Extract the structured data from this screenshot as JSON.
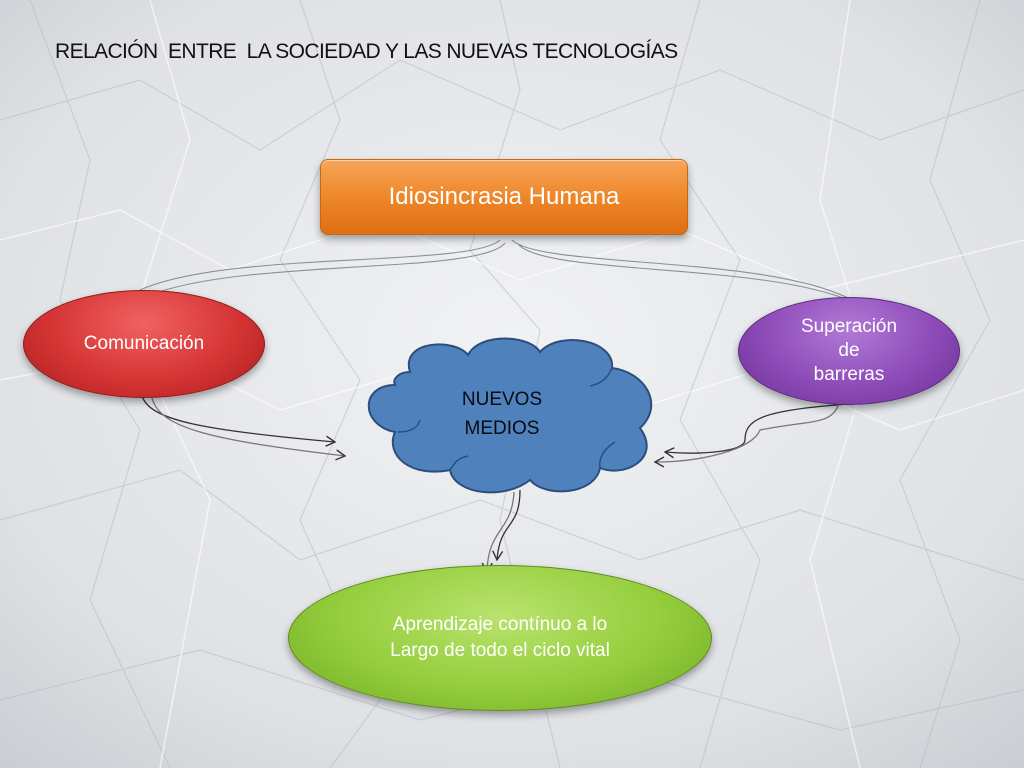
{
  "title": "RELACIÓN  ENTRE  LA SOCIEDAD Y LAS NUEVAS TECNOLOGÍAS",
  "nodes": {
    "top": "Idiosincrasia Humana",
    "left": "Comunicación",
    "right": "Superación\nde\nbarreras",
    "center": "NUEVOS\nMEDIOS",
    "bottom": "Aprendizaje contínuo a lo\nLargo de todo el ciclo vital"
  },
  "colors": {
    "top": "#ef8a2e",
    "left": "#d63434",
    "right": "#8d4bb8",
    "center": "#4f81bd",
    "bottom": "#94cd3c"
  }
}
